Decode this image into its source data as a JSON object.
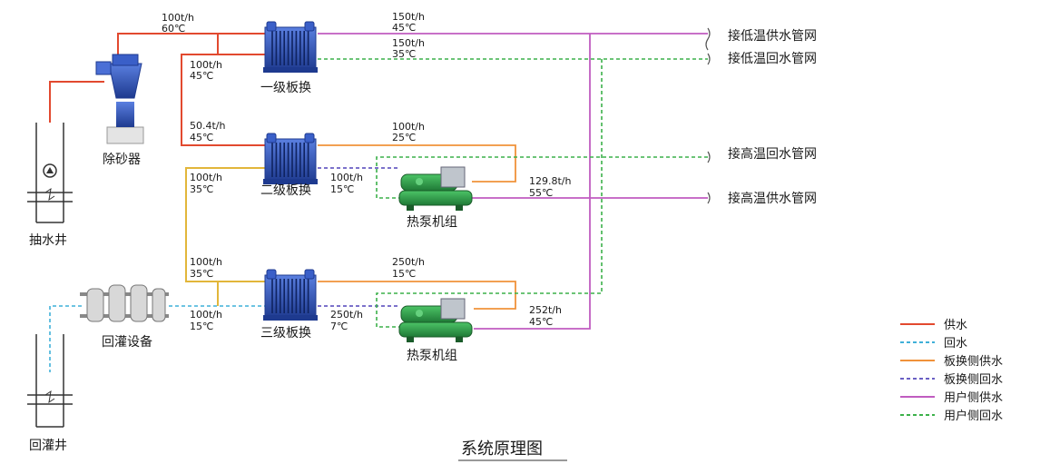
{
  "title": "系统原理图",
  "equipment": {
    "desander": "除砂器",
    "pumping_well": "抽水井",
    "reinjection_equipment": "回灌设备",
    "reinjection_well": "回灌井",
    "hx1": "一级板换",
    "hx2": "二级板换",
    "hx3": "三级板换",
    "heat_pump_1": "热泵机组",
    "heat_pump_2": "热泵机组"
  },
  "outlets": {
    "low_supply": "接低温供水管网",
    "low_return": "接低温回水管网",
    "high_return": "接高温回水管网",
    "high_supply": "接高温供水管网"
  },
  "flows": {
    "f1": {
      "rate": "100t/h",
      "temp": "60℃"
    },
    "f2": {
      "rate": "150t/h",
      "temp": "45℃"
    },
    "f3": {
      "rate": "150t/h",
      "temp": "35℃"
    },
    "f4": {
      "rate": "100t/h",
      "temp": "45℃"
    },
    "f5": {
      "rate": "50.4t/h",
      "temp": "45℃"
    },
    "f6": {
      "rate": "100t/h",
      "temp": "25℃"
    },
    "f7": {
      "rate": "100t/h",
      "temp": "35℃"
    },
    "f8": {
      "rate": "100t/h",
      "temp": "15℃"
    },
    "f9": {
      "rate": "129.8t/h",
      "temp": "55℃"
    },
    "f10": {
      "rate": "100t/h",
      "temp": "35℃"
    },
    "f11": {
      "rate": "250t/h",
      "temp": "15℃"
    },
    "f12": {
      "rate": "100t/h",
      "temp": "15℃"
    },
    "f13": {
      "rate": "250t/h",
      "temp": "7℃"
    },
    "f14": {
      "rate": "252t/h",
      "temp": "45℃"
    }
  },
  "legend": [
    {
      "label": "供水",
      "color": "#e2492f",
      "dash": "solid"
    },
    {
      "label": "回水",
      "color": "#3fb0d8",
      "dash": "dashed"
    },
    {
      "label": "板换侧供水",
      "color": "#f0923a",
      "dash": "solid"
    },
    {
      "label": "板换侧回水",
      "color": "#6a5fc4",
      "dash": "dashed"
    },
    {
      "label": "用户侧供水",
      "color": "#c05cc0",
      "dash": "solid"
    },
    {
      "label": "用户侧回水",
      "color": "#3cb14a",
      "dash": "dashed"
    }
  ],
  "colors": {
    "source_supply": "#e2492f",
    "source_return_between_hx": "#e2b63a",
    "return_to_well": "#3fb0d8",
    "plate_side_supply": "#f0923a",
    "plate_side_return": "#6a5fc4",
    "user_supply": "#c05cc0",
    "user_return": "#3cb14a",
    "equipment_blue": "#2b4fb0",
    "heat_pump_green": "#2f9a4a"
  }
}
